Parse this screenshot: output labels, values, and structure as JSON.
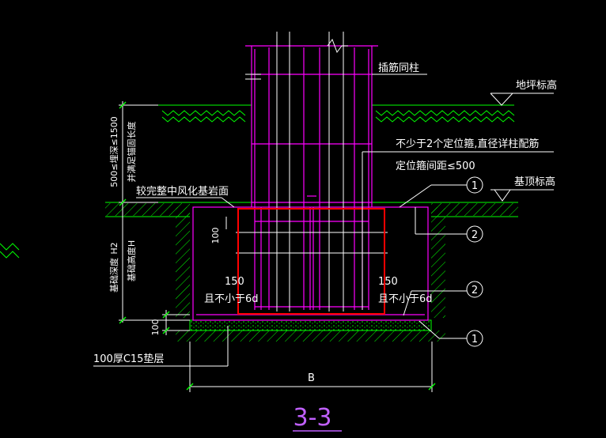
{
  "drawing": {
    "title": "3-3",
    "labels": {
      "column_dowel": "插筋同柱",
      "ground_elevation": "地坪标高",
      "stirrup_note_1": "不少于2个定位箍,直径详柱配筋",
      "stirrup_note_2": "定位箍间距≤500",
      "rock_surface": "较完整中风化基岩面",
      "foundation_top": "基顶标高",
      "cushion": "100厚C15垫层",
      "width_dim": "B",
      "dim_100_side": "100",
      "dim_100_bottom": "100",
      "left_150": "150",
      "left_6d": "且不小于6d",
      "right_150": "150",
      "right_6d": "且不小于6d",
      "vertical_range": "500≤埋深≤1500",
      "vertical_range_sub": "并满足锚固长度",
      "vertical_h2": "H2",
      "vertical_h2_main": "基础深度",
      "vertical_h1": "基础高度H",
      "callout_1a": "1",
      "callout_2a": "2",
      "callout_2b": "2",
      "callout_1b": "1"
    },
    "colors": {
      "background": "#000000",
      "magenta": "#ff00ff",
      "green": "#00ff00",
      "red": "#ff0000",
      "white": "#ffffff",
      "title": "#c060ff"
    }
  }
}
